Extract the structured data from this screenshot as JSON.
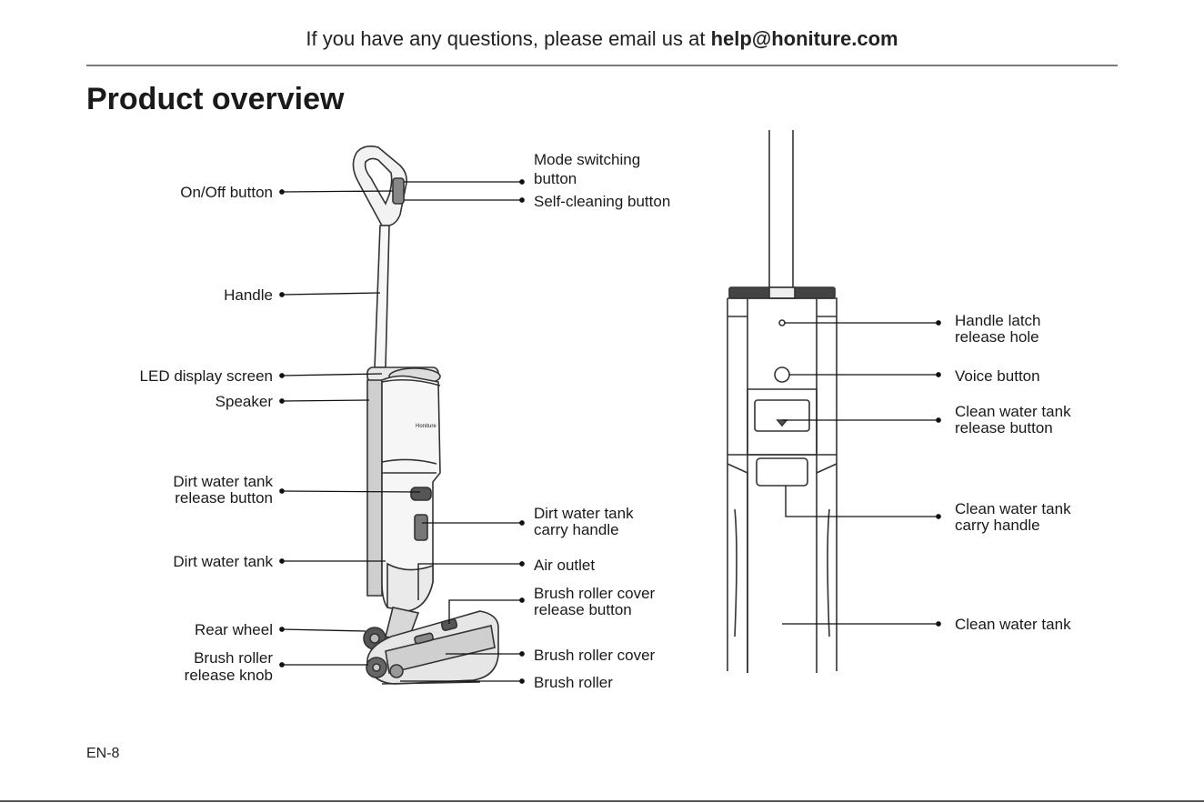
{
  "header": {
    "prefix": "If you have any questions, please email us at ",
    "email": "help@honiture.com"
  },
  "title": "Product overview",
  "left_labels": {
    "on_off": "On/Off button",
    "handle": "Handle",
    "led": "LED display screen",
    "speaker": "Speaker",
    "dirt_release_1": "Dirt water tank",
    "dirt_release_2": "release button",
    "dirt_tank": "Dirt water tank",
    "rear_wheel": "Rear wheel",
    "knob_1": "Brush roller",
    "knob_2": "release knob"
  },
  "middle_labels": {
    "mode_1": "Mode switching",
    "mode_2": "button",
    "self_clean": "Self-cleaning button",
    "carry_1": "Dirt water tank",
    "carry_2": "carry handle",
    "air": "Air outlet",
    "cover_release_1": "Brush roller cover",
    "cover_release_2": "release button",
    "cover": "Brush roller cover",
    "roller": "Brush roller"
  },
  "right_labels": {
    "latch_1": "Handle latch",
    "latch_2": "release hole",
    "voice": "Voice button",
    "cw_release_1": "Clean water tank",
    "cw_release_2": "release button",
    "cw_carry_1": "Clean water tank",
    "cw_carry_2": "carry handle",
    "cw_tank": "Clean water tank"
  },
  "product_brand_mark": "Honiture",
  "page_number": "EN-8"
}
